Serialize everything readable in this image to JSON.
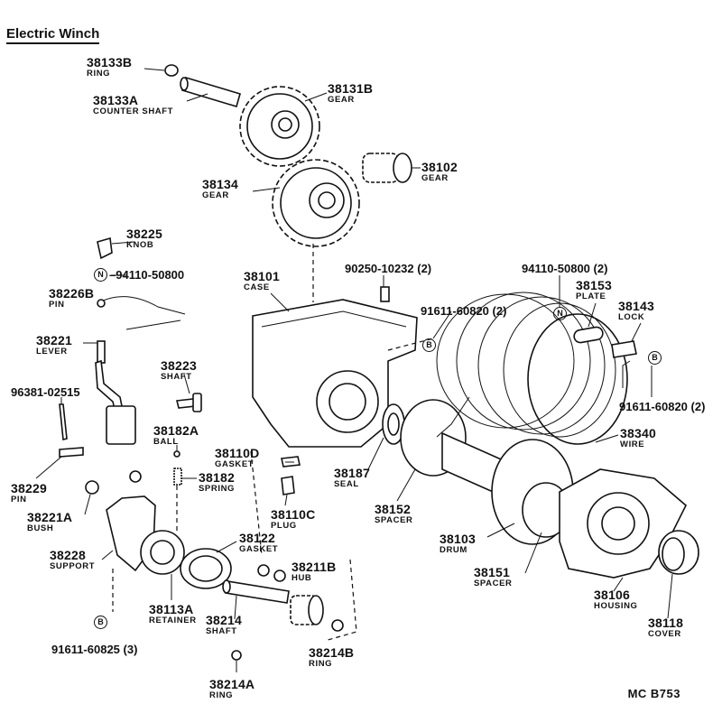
{
  "title": "Electric Winch",
  "code": "MC  B753",
  "badge": {
    "n": "N",
    "b": "B"
  },
  "labels": {
    "r38133b": {
      "num": "38133B",
      "name": "RING"
    },
    "r38133a": {
      "num": "38133A",
      "name": "COUNTER SHAFT"
    },
    "r38131b": {
      "num": "38131B",
      "name": "GEAR"
    },
    "r38134": {
      "num": "38134",
      "name": "GEAR"
    },
    "r38102": {
      "num": "38102",
      "name": "GEAR"
    },
    "r38225": {
      "num": "38225",
      "name": "KNOB"
    },
    "r94110a": {
      "pn": "94110-50800"
    },
    "r38226b": {
      "num": "38226B",
      "name": "PIN"
    },
    "r38101": {
      "num": "38101",
      "name": "CASE"
    },
    "r90250": {
      "pn": "90250-10232 (2)"
    },
    "r94110b": {
      "pn": "94110-50800 (2)"
    },
    "r38153": {
      "num": "38153",
      "name": "PLATE"
    },
    "r38143": {
      "num": "38143",
      "name": "LOCK"
    },
    "r91611a": {
      "pn": "91611-60820 (2)"
    },
    "r38221": {
      "num": "38221",
      "name": "LEVER"
    },
    "r38223": {
      "num": "38223",
      "name": "SHAFT"
    },
    "r96381": {
      "pn": "96381-02515"
    },
    "r91611b": {
      "pn": "91611-60820 (2)"
    },
    "r38182a": {
      "num": "38182A",
      "name": "BALL"
    },
    "r38340": {
      "num": "38340",
      "name": "WIRE"
    },
    "r38110d": {
      "num": "38110D",
      "name": "GASKET"
    },
    "r38187": {
      "num": "38187",
      "name": "SEAL"
    },
    "r38229": {
      "num": "38229",
      "name": "PIN"
    },
    "r38182": {
      "num": "38182",
      "name": "SPRING"
    },
    "r38221a": {
      "num": "38221A",
      "name": "BUSH"
    },
    "r38110c": {
      "num": "38110C",
      "name": "PLUG"
    },
    "r38152": {
      "num": "38152",
      "name": "SPACER"
    },
    "r38103": {
      "num": "38103",
      "name": "DRUM"
    },
    "r38228": {
      "num": "38228",
      "name": "SUPPORT"
    },
    "r38122": {
      "num": "38122",
      "name": "GASKET"
    },
    "r38211b": {
      "num": "38211B",
      "name": "HUB"
    },
    "r38151": {
      "num": "38151",
      "name": "SPACER"
    },
    "r38106": {
      "num": "38106",
      "name": "HOUSING"
    },
    "r38113a": {
      "num": "38113A",
      "name": "RETAINER"
    },
    "r38214": {
      "num": "38214",
      "name": "SHAFT"
    },
    "r38118": {
      "num": "38118",
      "name": "COVER"
    },
    "r91611c": {
      "pn": "91611-60825 (3)"
    },
    "r38214b": {
      "num": "38214B",
      "name": "RING"
    },
    "r38214a": {
      "num": "38214A",
      "name": "RING"
    }
  }
}
